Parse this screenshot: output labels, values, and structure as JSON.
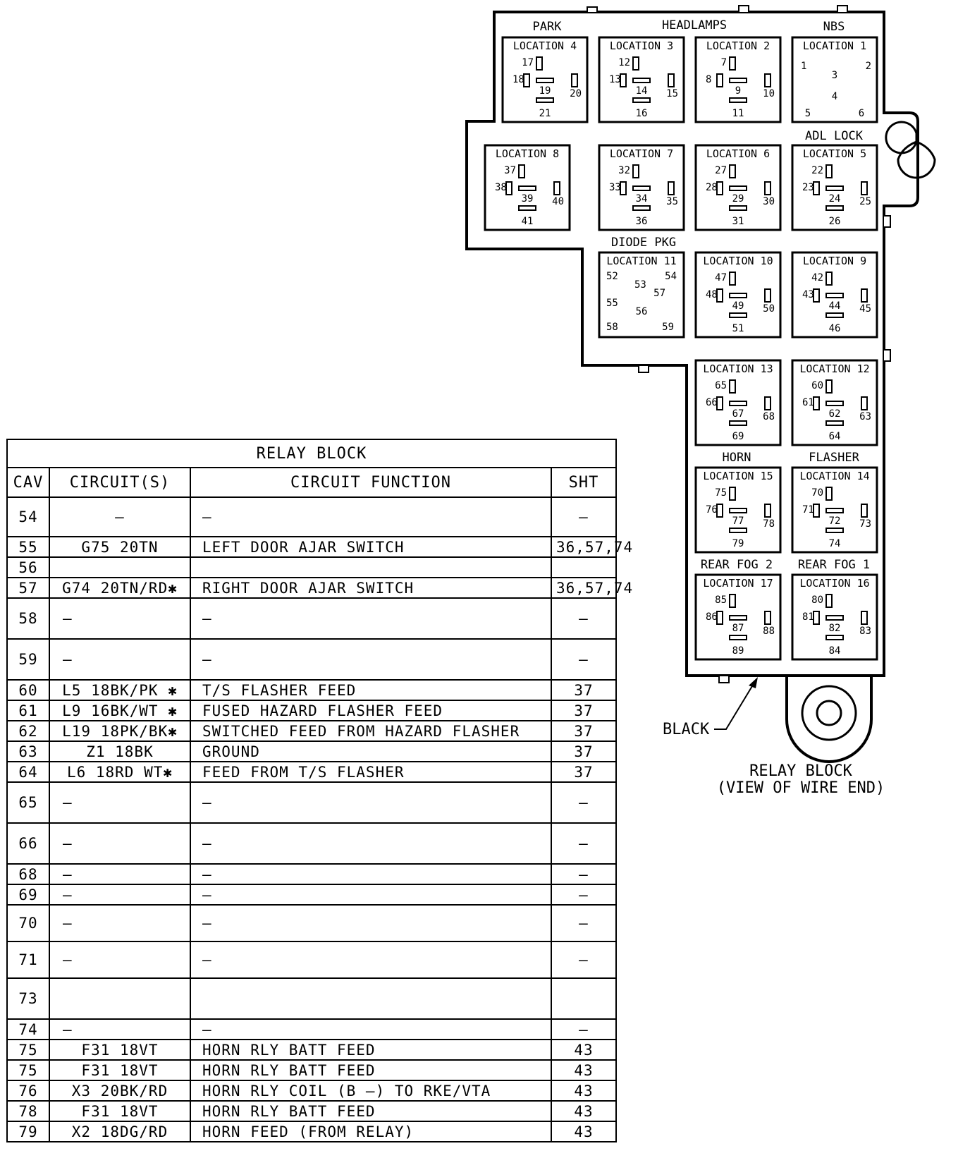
{
  "table": {
    "title": "RELAY BLOCK",
    "headers": {
      "cav": "CAV",
      "circuit": "CIRCUIT(S)",
      "function": "CIRCUIT FUNCTION",
      "sht": "SHT"
    },
    "dash": "—",
    "rows": [
      {
        "cav": "54",
        "circuit": "—",
        "function": "—",
        "sht": "—",
        "h": 56,
        "align": "center"
      },
      {
        "cav": "55",
        "circuit": "G75 20TN",
        "function": "LEFT DOOR AJAR SWITCH",
        "sht": "36,57,74",
        "h": 29,
        "align": "center"
      },
      {
        "cav": "56",
        "circuit": "",
        "function": "",
        "sht": "",
        "h": 29,
        "align": "center"
      },
      {
        "cav": "57",
        "circuit": "G74 20TN/RD✱",
        "function": "RIGHT DOOR AJAR SWITCH",
        "sht": "36,57,74",
        "h": 29,
        "align": "center"
      },
      {
        "cav": "58",
        "circuit": "—",
        "function": "—",
        "sht": "—",
        "h": 58,
        "align": "left"
      },
      {
        "cav": "59",
        "circuit": "—",
        "function": "—",
        "sht": "—",
        "h": 58,
        "align": "left"
      },
      {
        "cav": "60",
        "circuit": "L5 18BK/PK ✱",
        "function": "T/S FLASHER FEED",
        "sht": "37",
        "h": 29,
        "align": "center"
      },
      {
        "cav": "61",
        "circuit": "L9 16BK/WT ✱",
        "function": "FUSED HAZARD FLASHER FEED",
        "sht": "37",
        "h": 29,
        "align": "center"
      },
      {
        "cav": "62",
        "circuit": "L19 18PK/BK✱",
        "function": "SWITCHED FEED FROM HAZARD FLASHER",
        "sht": "37",
        "h": 29,
        "align": "center"
      },
      {
        "cav": "63",
        "circuit": "Z1 18BK",
        "function": "GROUND",
        "sht": "37",
        "h": 29,
        "align": "center"
      },
      {
        "cav": "64",
        "circuit": "L6 18RD WT✱",
        "function": "FEED FROM T/S FLASHER",
        "sht": "37",
        "h": 29,
        "align": "center"
      },
      {
        "cav": "65",
        "circuit": "—",
        "function": "—",
        "sht": "—",
        "h": 58,
        "align": "left"
      },
      {
        "cav": "66",
        "circuit": "—",
        "function": "—",
        "sht": "—",
        "h": 58,
        "align": "left"
      },
      {
        "cav": "68",
        "circuit": "—",
        "function": "—",
        "sht": "—",
        "h": 29,
        "align": "left"
      },
      {
        "cav": "69",
        "circuit": "—",
        "function": "—",
        "sht": "—",
        "h": 29,
        "align": "left"
      },
      {
        "cav": "70",
        "circuit": "—",
        "function": "—",
        "sht": "—",
        "h": 52,
        "align": "left"
      },
      {
        "cav": "71",
        "circuit": "—",
        "function": "—",
        "sht": "—",
        "h": 52,
        "align": "left"
      },
      {
        "cav": "73",
        "circuit": "",
        "function": "",
        "sht": "",
        "h": 58,
        "align": "left"
      },
      {
        "cav": "74",
        "circuit": "—",
        "function": "—",
        "sht": "—",
        "h": 29,
        "align": "left"
      },
      {
        "cav": "75",
        "circuit": "F31 18VT",
        "function": "HORN RLY BATT FEED",
        "sht": "43",
        "h": 29,
        "align": "center"
      },
      {
        "cav": "75",
        "circuit": "F31 18VT",
        "function": "HORN RLY BATT FEED",
        "sht": "43",
        "h": 29,
        "align": "center"
      },
      {
        "cav": "76",
        "circuit": "X3 20BK/RD",
        "function": "HORN RLY COIL (B —) TO RKE/VTA",
        "sht": "43",
        "h": 29,
        "align": "center"
      },
      {
        "cav": "78",
        "circuit": "F31 18VT",
        "function": "HORN RLY BATT FEED",
        "sht": "43",
        "h": 29,
        "align": "center"
      },
      {
        "cav": "79",
        "circuit": "X2 18DG/RD",
        "function": "HORN FEED (FROM RELAY)",
        "sht": "43",
        "h": 29,
        "align": "center"
      }
    ]
  },
  "diagram": {
    "group_labels": {
      "park": "PARK",
      "headlamps": "HEADLAMPS",
      "nbs": "NBS",
      "adl_lock": "ADL LOCK",
      "diode_pkg": "DIODE PKG",
      "horn": "HORN",
      "flasher": "FLASHER",
      "rear_fog_2": "REAR FOG 2",
      "rear_fog_1": "REAR FOG 1"
    },
    "locations": [
      {
        "label": "LOCATION 4",
        "pins": [
          "17",
          "18",
          "19",
          "20",
          "21"
        ]
      },
      {
        "label": "LOCATION 3",
        "pins": [
          "12",
          "13",
          "14",
          "15",
          "16"
        ]
      },
      {
        "label": "LOCATION 2",
        "pins": [
          "7",
          "8",
          "9",
          "10",
          "11"
        ]
      },
      {
        "label": "LOCATION 1",
        "pins": [
          "1",
          "2",
          "3",
          "4",
          "5",
          "6"
        ]
      },
      {
        "label": "LOCATION 8",
        "pins": [
          "37",
          "38",
          "39",
          "40",
          "41"
        ]
      },
      {
        "label": "LOCATION 7",
        "pins": [
          "32",
          "33",
          "34",
          "35",
          "36"
        ]
      },
      {
        "label": "LOCATION 6",
        "pins": [
          "27",
          "28",
          "29",
          "30",
          "31"
        ]
      },
      {
        "label": "LOCATION 5",
        "pins": [
          "22",
          "23",
          "24",
          "25",
          "26"
        ]
      },
      {
        "label": "LOCATION 11",
        "pins": [
          "52",
          "53",
          "54",
          "55",
          "56",
          "57",
          "58",
          "59"
        ]
      },
      {
        "label": "LOCATION 10",
        "pins": [
          "47",
          "48",
          "49",
          "50",
          "51"
        ]
      },
      {
        "label": "LOCATION 9",
        "pins": [
          "42",
          "43",
          "44",
          "45",
          "46"
        ]
      },
      {
        "label": "LOCATION 13",
        "pins": [
          "65",
          "66",
          "67",
          "68",
          "69"
        ]
      },
      {
        "label": "LOCATION 12",
        "pins": [
          "60",
          "61",
          "62",
          "63",
          "64"
        ]
      },
      {
        "label": "LOCATION 15",
        "pins": [
          "75",
          "76",
          "77",
          "78",
          "79"
        ]
      },
      {
        "label": "LOCATION 14",
        "pins": [
          "70",
          "71",
          "72",
          "73",
          "74"
        ]
      },
      {
        "label": "LOCATION 17",
        "pins": [
          "85",
          "86",
          "87",
          "88",
          "89"
        ]
      },
      {
        "label": "LOCATION 16",
        "pins": [
          "80",
          "81",
          "82",
          "83",
          "84"
        ]
      }
    ],
    "black_label": "BLACK",
    "caption_line1": "RELAY BLOCK",
    "caption_line2": "(VIEW OF WIRE END)"
  }
}
